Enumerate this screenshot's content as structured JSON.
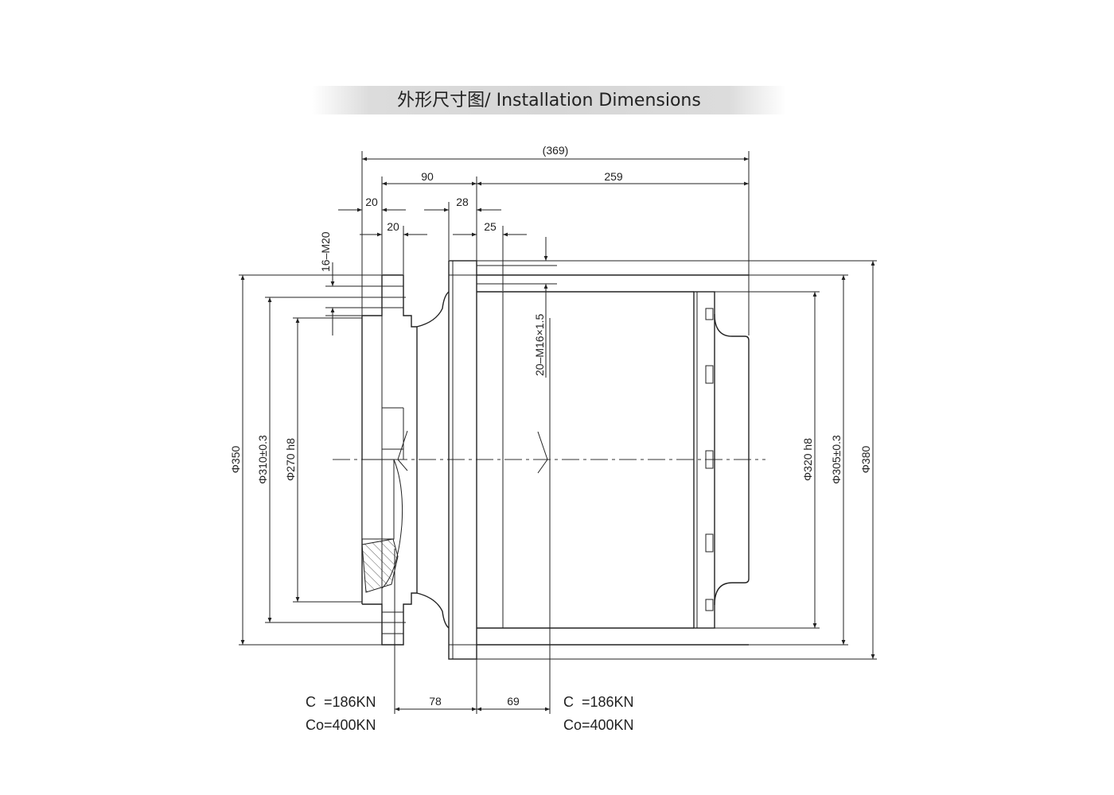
{
  "title": "外形尺寸图/ Installation Dimensions",
  "dimensions": {
    "overall_length": "(369)",
    "flange_to_housing": "90",
    "housing_length": "259",
    "top_20a": "20",
    "top_28": "28",
    "top_20b": "20",
    "top_25": "25",
    "holes_left": "16–M20",
    "holes_right": "20–M16×1.5",
    "dia_350": "Φ350",
    "dia_310": "Φ310±0.3",
    "dia_270": "Φ270 h8",
    "dia_320": "Φ320 h8",
    "dia_305": "Φ305±0.3",
    "dia_380": "Φ380",
    "bottom_78": "78",
    "bottom_69": "69"
  },
  "load_ratings": {
    "left": {
      "c": "C  =186KN",
      "co": "Co=400KN"
    },
    "right": {
      "c": "C  =186KN",
      "co": "Co=400KN"
    }
  }
}
